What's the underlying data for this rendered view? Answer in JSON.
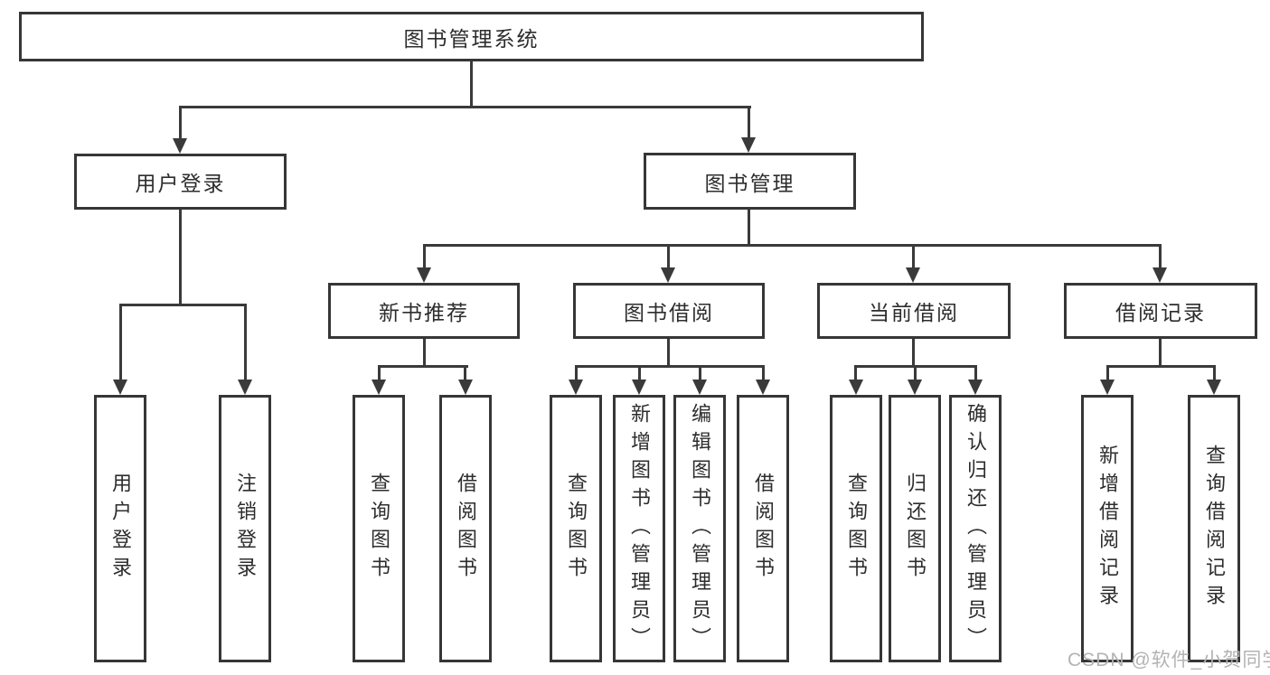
{
  "diagram": {
    "title": "图书管理系统",
    "root": {
      "label": "图书管理系统"
    },
    "level2": [
      {
        "label": "用户登录",
        "children": [
          {
            "label": "用户登录"
          },
          {
            "label": "注销登录"
          }
        ]
      },
      {
        "label": "图书管理",
        "children": [
          {
            "label": "新书推荐",
            "children": [
              {
                "label": "查询图书"
              },
              {
                "label": "借阅图书"
              }
            ]
          },
          {
            "label": "图书借阅",
            "children": [
              {
                "label": "查询图书"
              },
              {
                "label": "新增图书（管理员）"
              },
              {
                "label": "编辑图书（管理员）"
              },
              {
                "label": "借阅图书"
              }
            ]
          },
          {
            "label": "当前借阅",
            "children": [
              {
                "label": "查询图书"
              },
              {
                "label": "归还图书"
              },
              {
                "label": "确认归还（管理员）"
              }
            ]
          },
          {
            "label": "借阅记录",
            "children": [
              {
                "label": "新增借阅记录"
              },
              {
                "label": "查询借阅记录"
              }
            ]
          }
        ]
      }
    ]
  },
  "watermark": {
    "text": "CSDN @软件_小贺同学"
  },
  "colors": {
    "line": "#3a3a3a",
    "box_border": "#363636",
    "box_background": "#ffffff",
    "text": "#2d2d2d",
    "watermark_text": "#b3b3b3"
  }
}
